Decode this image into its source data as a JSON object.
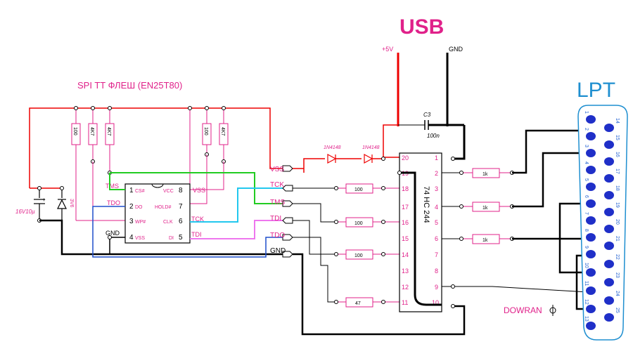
{
  "title_usb": "USB",
  "title_lpt": "LPT",
  "flash_title": "SPI TT ФЛЕШ (EN25T80)",
  "usb": {
    "plus5v": "+5V",
    "gnd": "GND"
  },
  "capacitor": {
    "name": "C3",
    "value": "100n"
  },
  "power_cap": "16V10µ",
  "zener": "3V6",
  "diodes": [
    "1N4148",
    "1N4148"
  ],
  "pullups": [
    "100",
    "4K7",
    "4K7",
    "100",
    "4K7"
  ],
  "chip8": {
    "left_pins": [
      {
        "num": "1",
        "name": "CS#"
      },
      {
        "num": "2",
        "name": "DO"
      },
      {
        "num": "3",
        "name": "WP#"
      },
      {
        "num": "4",
        "name": "VSS"
      }
    ],
    "right_pins": [
      {
        "num": "8",
        "name": "VCC"
      },
      {
        "num": "7",
        "name": "HOLD#"
      },
      {
        "num": "6",
        "name": "CLK"
      },
      {
        "num": "5",
        "name": "DI"
      }
    ]
  },
  "net_labels": {
    "tms_left": "TMS",
    "tdo_left": "TDO",
    "gnd_left": "GND",
    "vss_right": "VSS",
    "tck_right": "TCK",
    "tdi_right": "TDI"
  },
  "connector_labels": [
    "VSS",
    "TCK",
    "TMS",
    "TDI",
    "TDO",
    "GND"
  ],
  "buffer": {
    "name": "74 HC 244",
    "left_pins": [
      "20",
      "19",
      "18",
      "17",
      "16",
      "15",
      "14",
      "13",
      "12",
      "11"
    ],
    "right_pins": [
      "1",
      "2",
      "3",
      "4",
      "5",
      "6",
      "7",
      "8",
      "9",
      "10"
    ]
  },
  "series_resistors": [
    "100",
    "100",
    "100",
    "47"
  ],
  "lpt_resistors": [
    "1k",
    "1k",
    "1k"
  ],
  "db25_left": [
    "1",
    "2",
    "3",
    "4",
    "5",
    "6",
    "7",
    "8",
    "9",
    "10",
    "11",
    "12",
    "13"
  ],
  "db25_right": [
    "14",
    "15",
    "16",
    "17",
    "18",
    "19",
    "20",
    "21",
    "22",
    "23",
    "24",
    "25"
  ],
  "author": "DOWRAN"
}
